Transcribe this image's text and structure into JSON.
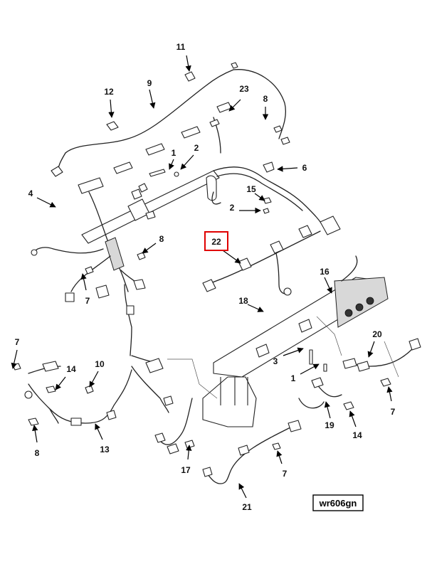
{
  "diagram": {
    "callouts": [
      {
        "id": "c11a",
        "label": "11"
      },
      {
        "id": "c12",
        "label": "12"
      },
      {
        "id": "c9",
        "label": "9"
      },
      {
        "id": "c23",
        "label": "23"
      },
      {
        "id": "c8a",
        "label": "8"
      },
      {
        "id": "c1a",
        "label": "1"
      },
      {
        "id": "c2a",
        "label": "2"
      },
      {
        "id": "c6",
        "label": "6"
      },
      {
        "id": "c4",
        "label": "4"
      },
      {
        "id": "c15",
        "label": "15"
      },
      {
        "id": "c2b",
        "label": "2"
      },
      {
        "id": "c22",
        "label": "22"
      },
      {
        "id": "c8b",
        "label": "8"
      },
      {
        "id": "c7a",
        "label": "7"
      },
      {
        "id": "c16",
        "label": "16"
      },
      {
        "id": "c18",
        "label": "18"
      },
      {
        "id": "c7b",
        "label": "7"
      },
      {
        "id": "c14a",
        "label": "14"
      },
      {
        "id": "c10",
        "label": "10"
      },
      {
        "id": "c3",
        "label": "3"
      },
      {
        "id": "c20",
        "label": "20"
      },
      {
        "id": "c1b",
        "label": "1"
      },
      {
        "id": "c7c",
        "label": "7"
      },
      {
        "id": "c8c",
        "label": "8"
      },
      {
        "id": "c13",
        "label": "13"
      },
      {
        "id": "c19",
        "label": "19"
      },
      {
        "id": "c14b",
        "label": "14"
      },
      {
        "id": "c17",
        "label": "17"
      },
      {
        "id": "c7d",
        "label": "7"
      },
      {
        "id": "c21",
        "label": "21"
      }
    ],
    "highlighted_callout": "22",
    "highlight_color": "#e00000",
    "reference_code": "wr606gn"
  }
}
